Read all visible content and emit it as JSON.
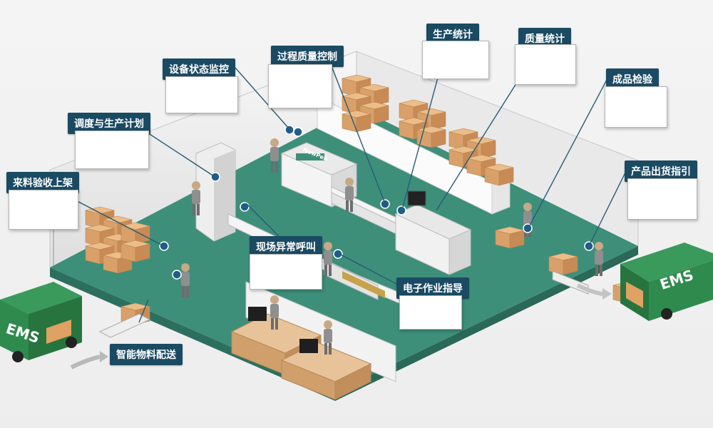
{
  "labels": {
    "equipment_monitor": "设备状态监控",
    "process_quality": "过程质量控制",
    "production_stats": "生产统计",
    "quality_stats": "质量统计",
    "finished_inspection": "成品检验",
    "scheduling_plan": "调度与生产计划",
    "material_receiving": "来料验收上架",
    "shipping_guide": "产品出货指引",
    "andon_call": "现场异常呼叫",
    "e_sop": "电子作业指导",
    "smart_delivery": "智能物料配送"
  },
  "truck_text": "EMS",
  "machine_brand": "NewPen",
  "colors": {
    "label_bg": "#1b4a63",
    "floor": "#3d8f7a",
    "truck": "#2f8a4e",
    "box": "#d9a06a"
  }
}
